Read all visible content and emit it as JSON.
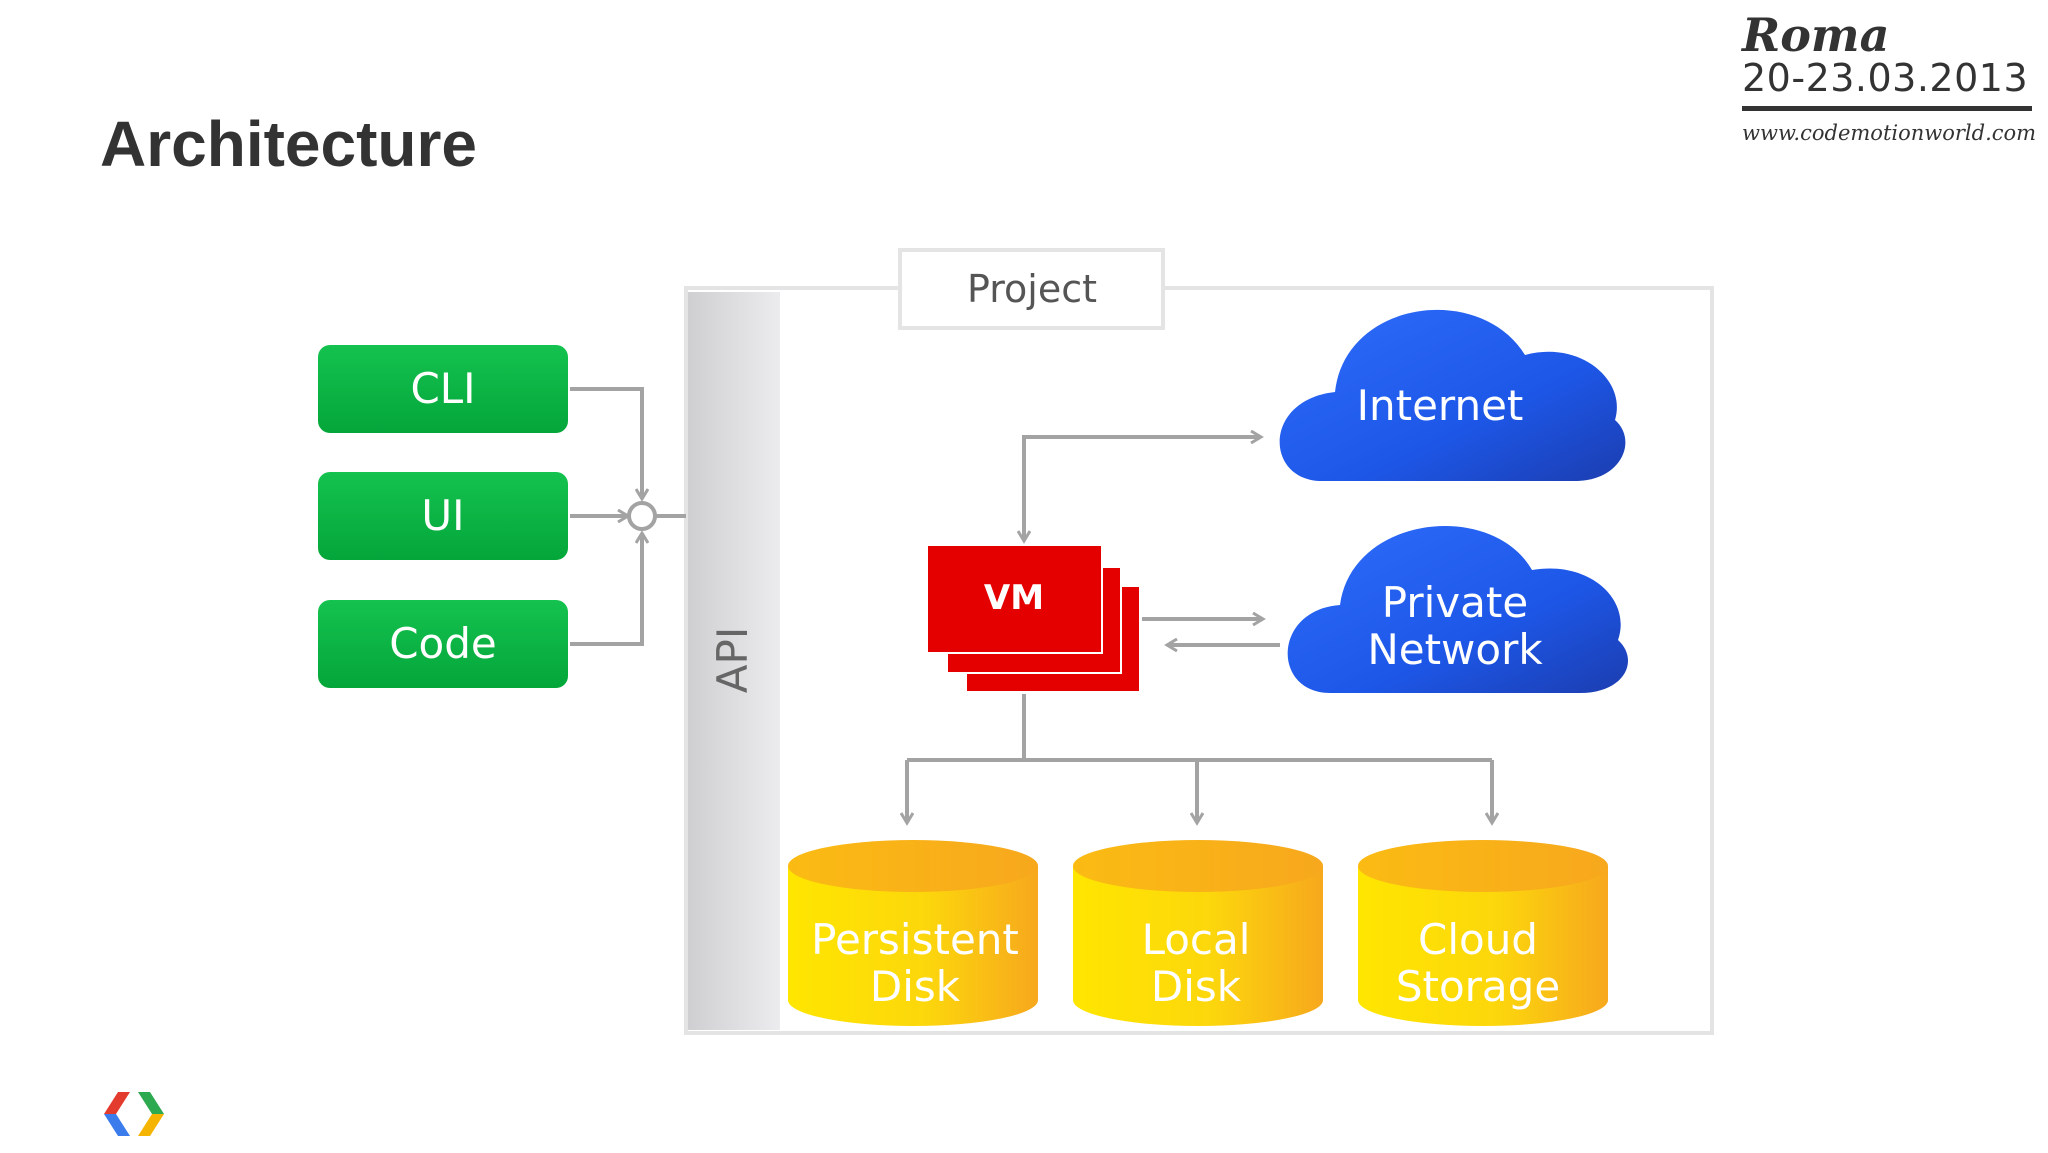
{
  "slide": {
    "title": "Architecture"
  },
  "event": {
    "city": "Roma",
    "dates": "20-23.03.2013",
    "url": "www.codemotionworld.com"
  },
  "diagram": {
    "project_label": "Project",
    "api_label": "API",
    "clients": [
      "CLI",
      "UI",
      "Code"
    ],
    "vm_label": "VM",
    "networks": {
      "internet": "Internet",
      "private_line1": "Private",
      "private_line2": "Network"
    },
    "storage": [
      {
        "line1": "Persistent",
        "line2": "Disk"
      },
      {
        "line1": "Local",
        "line2": "Disk"
      },
      {
        "line1": "Cloud",
        "line2": "Storage"
      }
    ]
  },
  "colors": {
    "client_green": "#0ab343",
    "vm_red": "#e50000",
    "cloud_blue": "#1f53e0",
    "storage_yellow": "#fbd007",
    "connector_gray": "#a3a3a3",
    "title_text": "#333333"
  },
  "icons": {
    "logo": "google-developers-logo-icon"
  }
}
